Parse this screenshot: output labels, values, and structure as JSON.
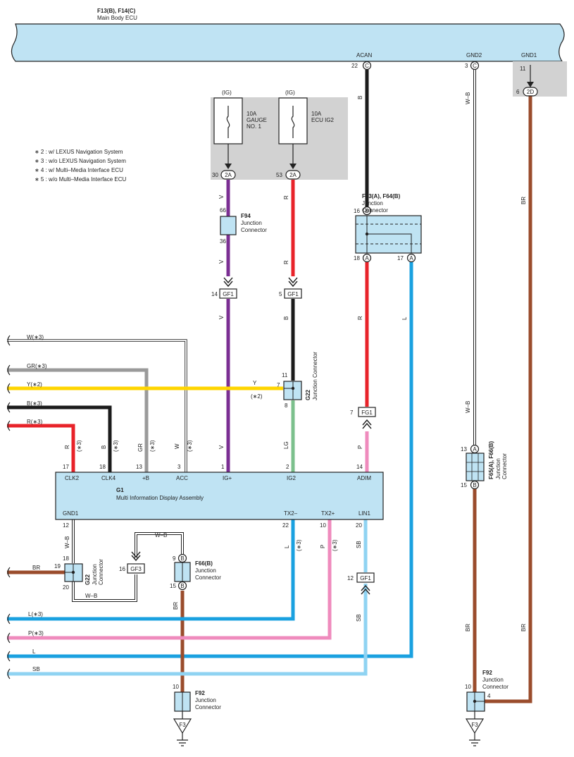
{
  "ecu": {
    "code": "F13(B), F14(C)",
    "name": "Main Body ECU",
    "terminals": {
      "acan": "ACAN",
      "gnd2": "GND2",
      "gnd1": "GND1"
    }
  },
  "pins": {
    "acan": "22",
    "gnd2": "3",
    "gnd1_top": "11",
    "gnd1_bot": "6",
    "gauge": "30",
    "ecu_ig2": "53",
    "f94_in": "66",
    "f94_out": "36",
    "gf1_v": "14",
    "gf1_b": "5",
    "f63_in": "16",
    "f63_r": "18",
    "f63_l": "17",
    "g22_top": "11",
    "g22_left": "7",
    "g22_bot": "8",
    "fg1": "7",
    "clk2": "17",
    "clk4": "18",
    "b": "13",
    "acc": "3",
    "ig": "1",
    "ig2": "2",
    "adim": "14",
    "gnd1": "12",
    "tx2m": "22",
    "tx2p": "10",
    "lin1": "20",
    "f65_top": "13",
    "f65_bot": "15",
    "g22b_top": "18",
    "g22b_left": "19",
    "g22b_bot": "20",
    "gf3": "16",
    "f66_top": "9",
    "f66_bot": "15",
    "gf1_sb": "12",
    "f92_left": "10",
    "f92_right_left": "10",
    "f92_right_right": "4"
  },
  "connector_letters": {
    "c": "C",
    "d2": "2D",
    "a2": "2A",
    "b": "B",
    "a": "A"
  },
  "fuses": {
    "gauge": {
      "supply": "(IG)",
      "rating": "10A",
      "name1": "GAUGE",
      "name2": "NO. 1"
    },
    "ecu_ig2": {
      "supply": "(IG)",
      "rating": "10A",
      "name": "ECU IG2"
    }
  },
  "notes": [
    "∗ 2 : w/ LEXUS Navigation System",
    "∗ 3 : w/o LEXUS Navigation System",
    "∗ 4 : w/ Multi–Media Interface ECU",
    "∗ 5 : w/o Multi–Media Interface ECU"
  ],
  "wire_colors": {
    "v": "V",
    "r": "R",
    "b": "B",
    "wb": "W–B",
    "br": "BR",
    "l": "L",
    "p": "P",
    "lg": "LG",
    "sb": "SB",
    "gr": "GR",
    "w": "W",
    "y": "Y"
  },
  "side_inputs": {
    "w": "W(∗3)",
    "gr": "GR(∗3)",
    "y": "Y(∗2)",
    "b": "B(∗3)",
    "r": "R(∗3)",
    "l3": "L(∗3)",
    "p3": "P(∗3)",
    "l": "L",
    "sb": "SB",
    "br": "BR"
  },
  "notes_marks": {
    "s3": "(∗3)",
    "s2": "(∗2)"
  },
  "connectors": {
    "f94": {
      "code": "F94",
      "type1": "Junction",
      "type2": "Connector"
    },
    "f63": {
      "code": "F63(A), F64(B)",
      "type1": "Junction",
      "type2": "Connector"
    },
    "g22": {
      "code": "G22",
      "type": "Junction Connector"
    },
    "g22b": {
      "code": "G22",
      "type1": "Junction",
      "type2": "Connector"
    },
    "f65": {
      "code": "F65(A), F66(B)",
      "type1": "Junction",
      "type2": "Connector"
    },
    "f66": {
      "code": "F66(B)",
      "type1": "Junction",
      "type2": "Connector"
    },
    "f92a": {
      "code": "F92",
      "type1": "Junction",
      "type2": "Connector"
    },
    "f92b": {
      "code": "F92",
      "type1": "Junction",
      "type2": "Connector"
    },
    "gf1": "GF1",
    "fg1": "FG1",
    "gf3": "GF3",
    "f3": "F3"
  },
  "mida": {
    "code": "G1",
    "name": "Multi Information Display Assembly",
    "top_terminals": {
      "clk2": "CLK2",
      "clk4": "CLK4",
      "b": "+B",
      "acc": "ACC",
      "ig": "IG+",
      "ig2": "IG2",
      "adim": "ADIM"
    },
    "bottom_terminals": {
      "gnd1": "GND1",
      "tx2m": "TX2–",
      "tx2p": "TX2+",
      "lin1": "LIN1"
    }
  },
  "colors": {
    "violet": "#7b2f93",
    "red": "#e8232a",
    "black": "#1b1b1b",
    "brown": "#9a4c2c",
    "blue": "#1aa1e0",
    "pink": "#ef8bbd",
    "lightgreen": "#7cc08d",
    "lightblue": "#8fd3f2",
    "gray": "#9a9a9a",
    "yellow": "#ffd500",
    "box": "#bfe3f3",
    "fusebox": "#d2d2d2"
  }
}
